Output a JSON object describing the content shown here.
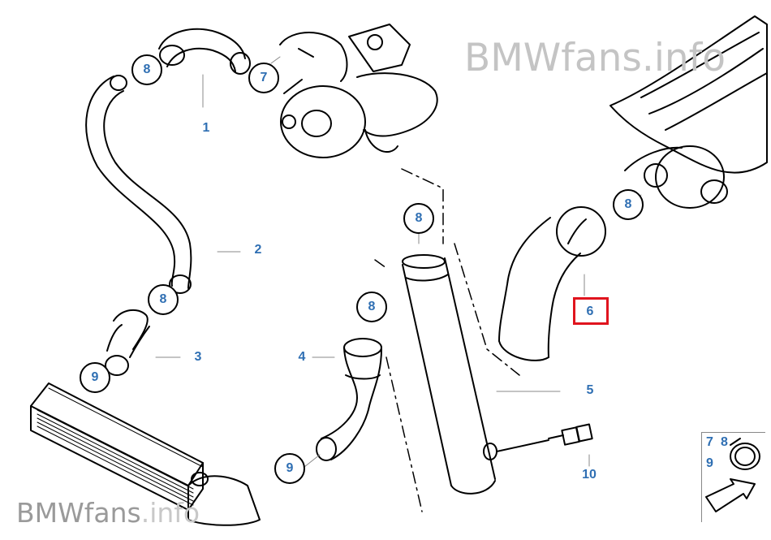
{
  "watermark": {
    "top": "BMWfans.info",
    "bottom_main": "BMWfans",
    "bottom_suffix": ".info"
  },
  "part_labels": [
    "1",
    "2",
    "3",
    "4",
    "5",
    "6",
    "10"
  ],
  "callouts": [
    "8",
    "7",
    "8",
    "8",
    "8",
    "9",
    "8",
    "9"
  ],
  "highlighted_part": "6",
  "inset": {
    "nums": [
      "7",
      "8",
      "9"
    ]
  },
  "colors": {
    "label": "#2f6fb3",
    "highlight": "#e0141e",
    "watermark": "#c4c4c4"
  }
}
